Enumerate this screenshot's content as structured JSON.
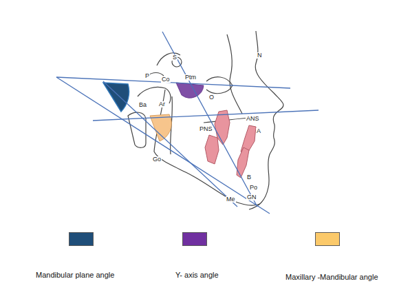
{
  "diagram": {
    "labels": [
      "S",
      "N",
      "P",
      "Co",
      "Ptm",
      "Ba",
      "Ar",
      "O",
      "PNS",
      "ANS",
      "A",
      "Go",
      "B",
      "Po",
      "Me",
      "GN"
    ],
    "legend": [
      {
        "text": "Mandibular plane angle",
        "color": "#1f4e79"
      },
      {
        "text": "Y- axis angle",
        "color": "#7030a0"
      },
      {
        "text": "Maxillary -Mandibular angle",
        "color": "#fbc96a"
      }
    ]
  }
}
